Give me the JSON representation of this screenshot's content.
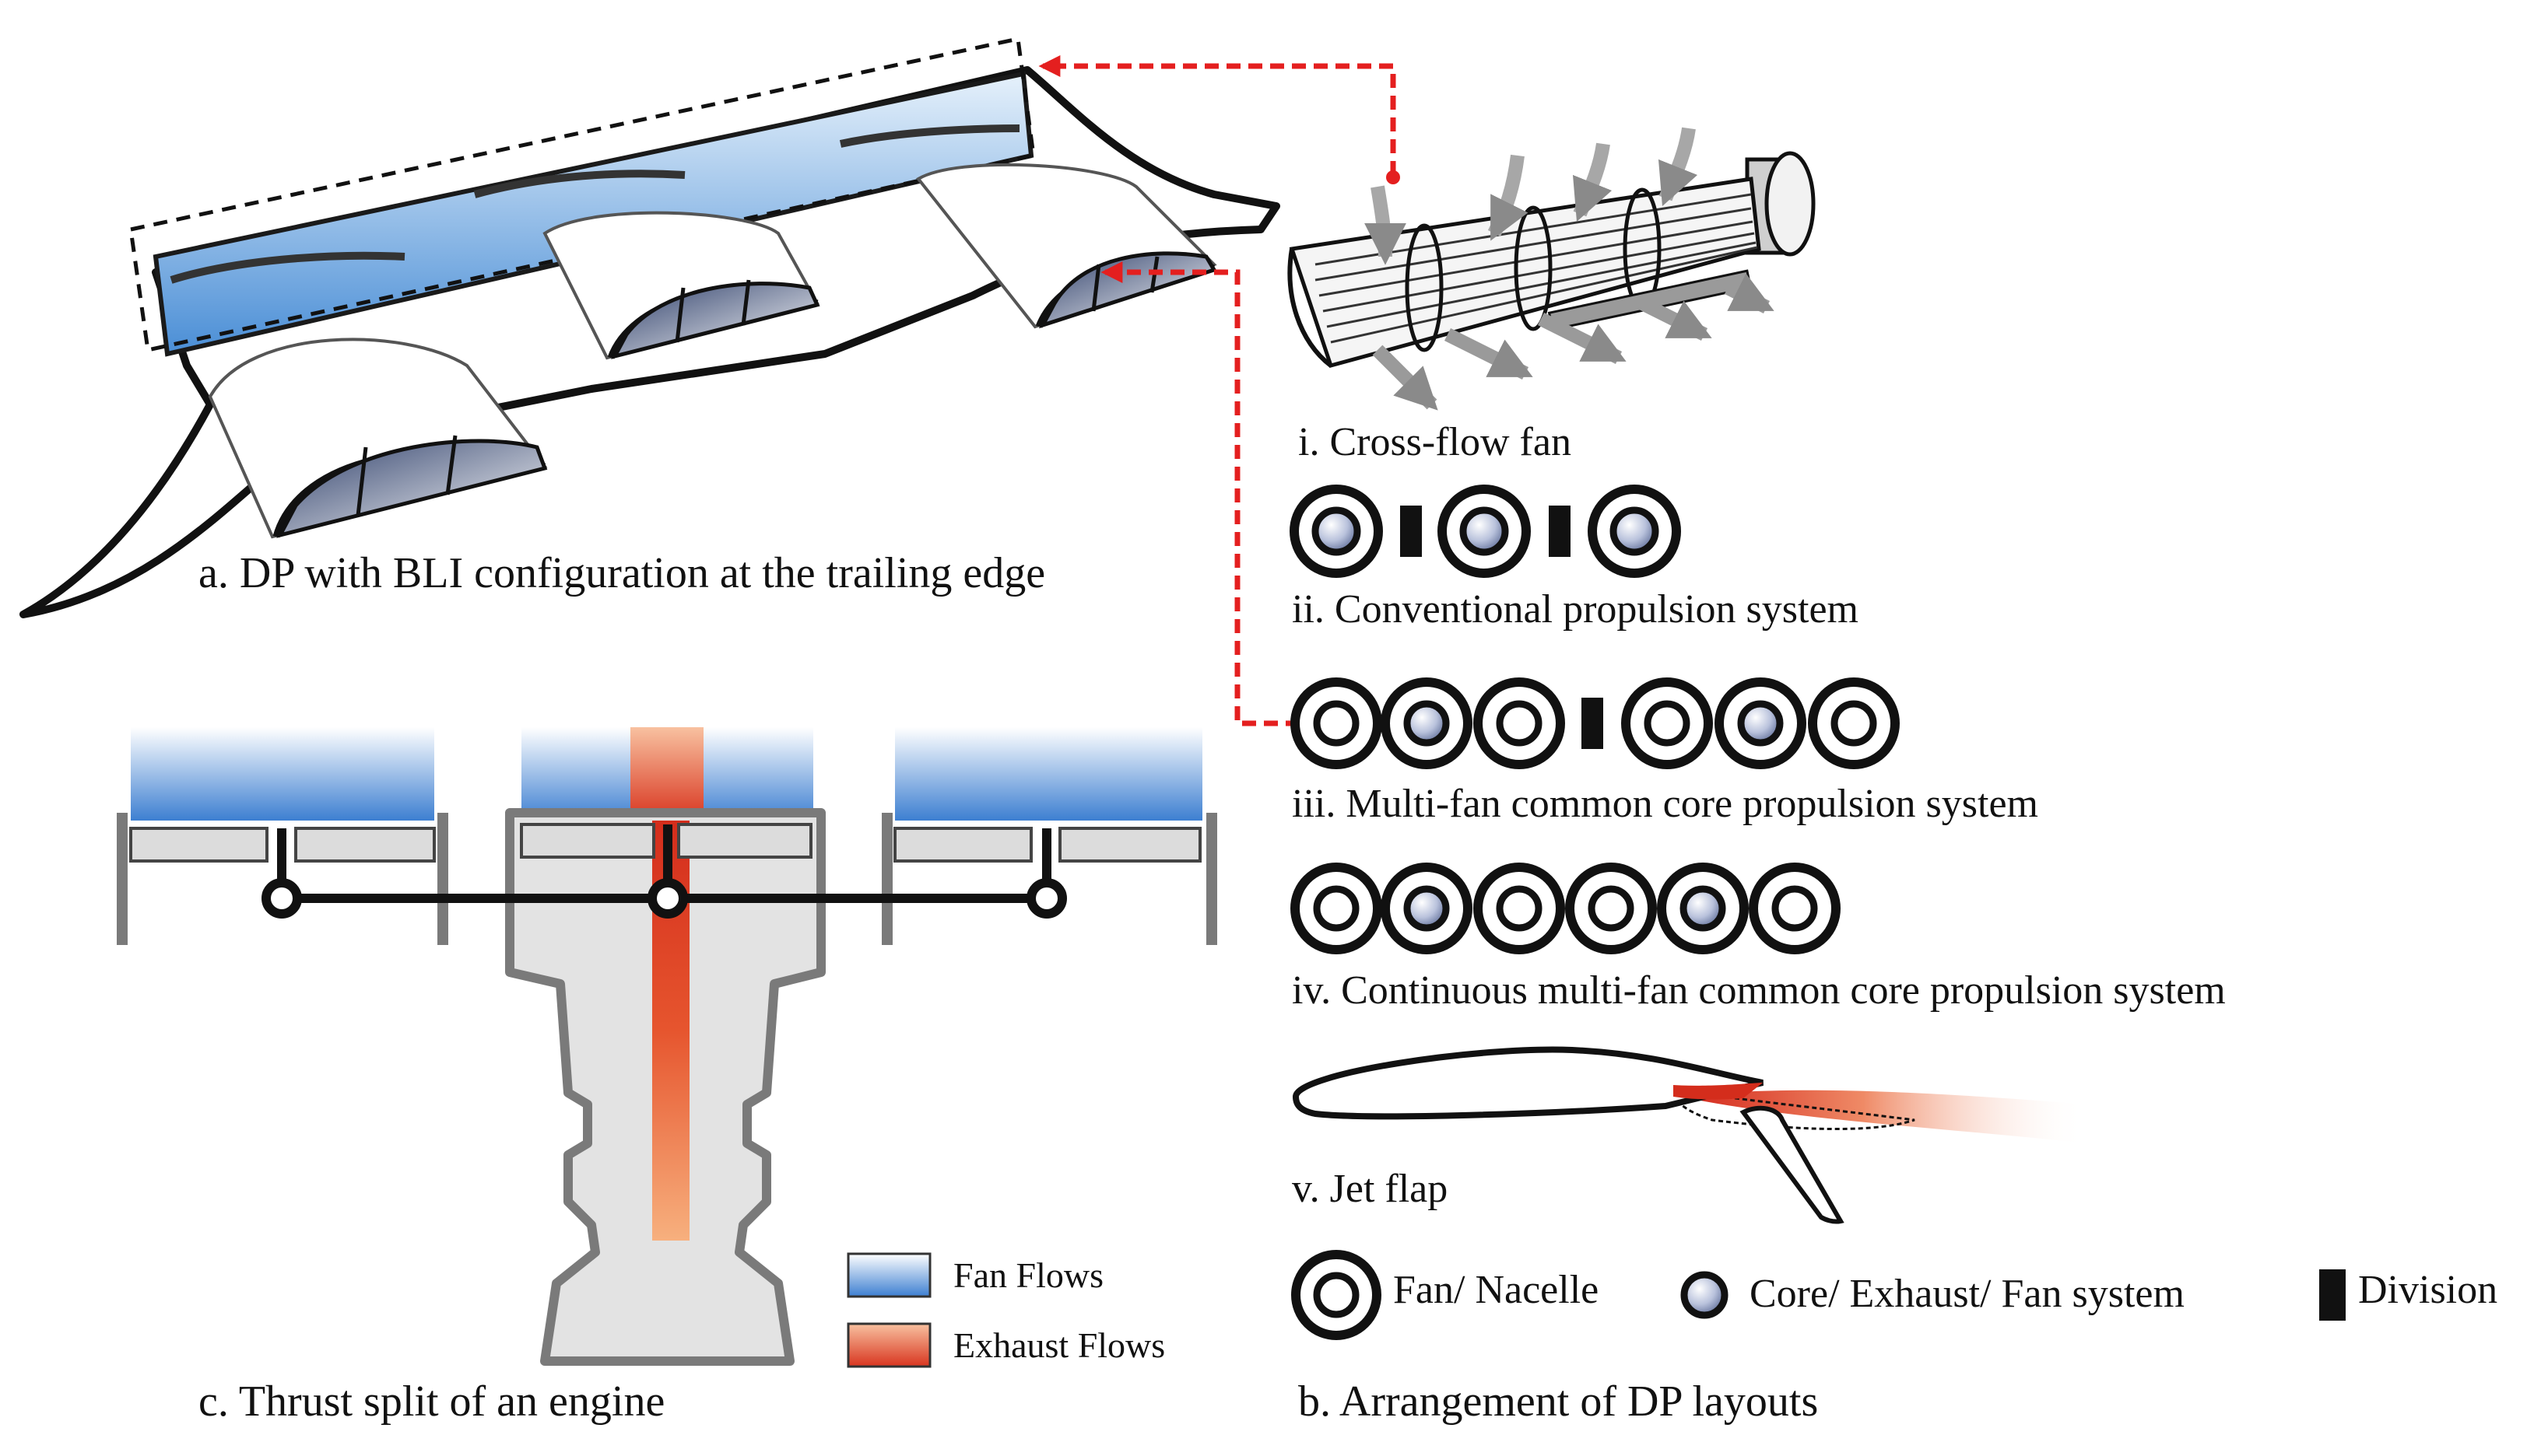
{
  "panels": {
    "a": {
      "caption": "a. DP with BLI configuration at the trailing edge"
    },
    "b": {
      "caption": "b. Arrangement of DP layouts",
      "layouts": [
        {
          "label": "i. Cross-flow fan"
        },
        {
          "label": "ii. Conventional propulsion system"
        },
        {
          "label": "iii. Multi-fan common core propulsion system"
        },
        {
          "label": "iv. Continuous multi-fan common core propulsion system"
        },
        {
          "label": "v. Jet flap"
        }
      ],
      "legend": {
        "fan": "Fan/ Nacelle",
        "core": "Core/ Exhaust/ Fan system",
        "division": "Division"
      }
    },
    "c": {
      "caption": "c. Thrust split of an engine",
      "legend": {
        "fan_flows": "Fan Flows",
        "exhaust_flows": "Exhaust Flows"
      }
    }
  },
  "colors": {
    "fan_flow_top": "#ffffff",
    "fan_flow_bottom": "#3d7fd1",
    "exhaust_top": "#d9301f",
    "exhaust_bottom": "#f7b88a",
    "arrow": "#e41f1f",
    "nacelle_grey": "#7a7a7a",
    "engine_fill": "#e3e3e3",
    "panel_grey": "#dcdcdc"
  },
  "icons": [
    "fan-nacelle-icon",
    "core-exhaust-icon",
    "division-icon",
    "cross-flow-fan-icon",
    "jet-flap-airfoil-icon"
  ]
}
